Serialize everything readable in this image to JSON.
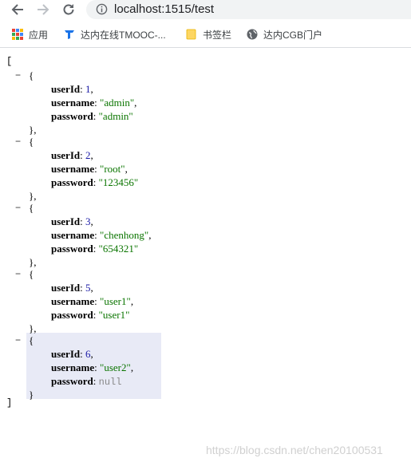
{
  "address_bar": {
    "url": "localhost:1515/test"
  },
  "bookmarks": [
    {
      "label": "应用",
      "icon": "apps-grid-icon"
    },
    {
      "label": "达内在线TMOOC-...",
      "icon": "tmooc-icon"
    },
    {
      "label": "书签栏",
      "icon": "folder-icon"
    },
    {
      "label": "达内CGB门户",
      "icon": "globe-icon"
    }
  ],
  "json_view": {
    "open_bracket": "[",
    "close_bracket": "]",
    "collapse_symbol": "−",
    "items": [
      {
        "userId": "1",
        "username": "\"admin\"",
        "password": "\"admin\"",
        "password_type": "string"
      },
      {
        "userId": "2",
        "username": "\"root\"",
        "password": "\"123456\"",
        "password_type": "string"
      },
      {
        "userId": "3",
        "username": "\"chenhong\"",
        "password": "\"654321\"",
        "password_type": "string"
      },
      {
        "userId": "5",
        "username": "\"user1\"",
        "password": "\"user1\"",
        "password_type": "string"
      },
      {
        "userId": "6",
        "username": "\"user2\"",
        "password": "null",
        "password_type": "null"
      }
    ],
    "keys": {
      "userId": "userId",
      "username": "username",
      "password": "password"
    }
  },
  "watermark": "https://blog.csdn.net/chen20100531",
  "colors": {
    "string": "#0b7500",
    "number": "#1a1aa6",
    "null": "#888888",
    "highlight": "#e8eaf6"
  }
}
